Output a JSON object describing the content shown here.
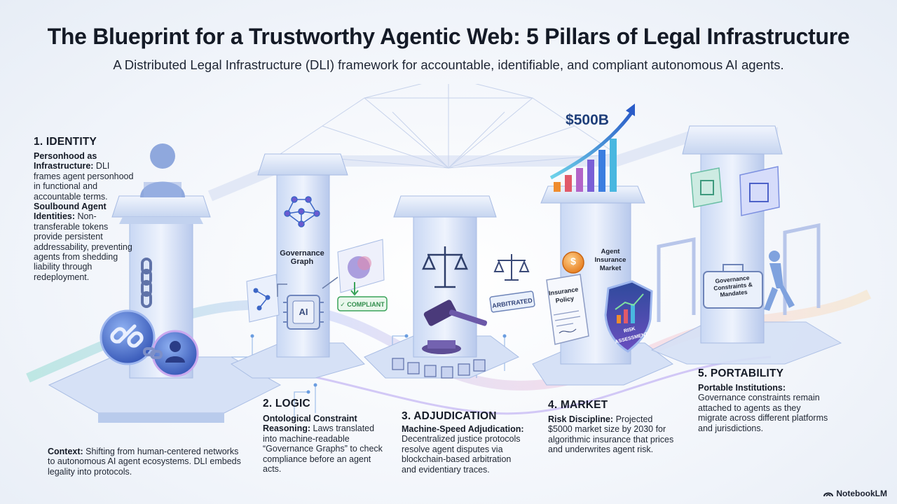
{
  "header": {
    "title": "The Blueprint for a Trustworthy Agentic Web: 5 Pillars of Legal Infrastructure",
    "subtitle": "A Distributed Legal Infrastructure (DLI) framework for accountable, identifiable, and compliant autonomous AI agents."
  },
  "pillars": [
    {
      "heading": "1. IDENTITY",
      "items": [
        {
          "term": "Personhood as Infrastructure:",
          "text": " DLI frames agent personhood in functional and accountable terms."
        },
        {
          "term": "Soulbound Agent Identities:",
          "text": " Non-transferable tokens provide persistent addressability, preventing agents from shedding liability through redeployment."
        }
      ]
    },
    {
      "heading": "2. LOGIC",
      "items": [
        {
          "term": "Ontological Constraint Reasoning:",
          "text": " Laws translated into machine-readable “Governance Graphs” to check compliance before an agent acts."
        }
      ]
    },
    {
      "heading": "3. ADJUDICATION",
      "items": [
        {
          "term": "Machine-Speed Adjudication:",
          "text": " Decentralized justice protocols resolve agent disputes via blockchain-based arbitration and evidentiary traces."
        }
      ]
    },
    {
      "heading": "4. MARKET",
      "items": [
        {
          "term": "Risk Discipline:",
          "text": " Projected $5000 market size by 2030 for algorithmic insurance that prices and underwrites agent risk."
        }
      ]
    },
    {
      "heading": "5. PORTABILITY",
      "items": [
        {
          "term": "Portable Institutions:",
          "text": " Governance constraints remain attached to agents as they migrate across different platforms and jurisdictions."
        }
      ]
    }
  ],
  "context": {
    "term": "Context:",
    "text": " Shifting from human-centered networks to autonomous AI agent ecosystems. DLI embeds legality into protocols."
  },
  "labels": {
    "governance_graph": "Governance Graph",
    "ai_chip": "AI",
    "compliant": "✓ COMPLIANT",
    "arbitrated": "ARBITRATED",
    "market_value": "$500B",
    "insurance_market": "Agent Insurance Market",
    "insurance_policy": "Insurance Policy",
    "risk_assessment": "RISK ASSESSMENT",
    "coin_symbol": "$",
    "briefcase": "Governance Constraints & Mandates"
  },
  "brand": "NotebookLM",
  "colors": {
    "accent_blue": "#2f6fd8",
    "accent_purple": "#8a6ad8",
    "accent_green": "#3aa35a",
    "accent_orange": "#ef8c2e",
    "accent_cyan": "#49b7e0",
    "navy": "#1f3f7a"
  }
}
